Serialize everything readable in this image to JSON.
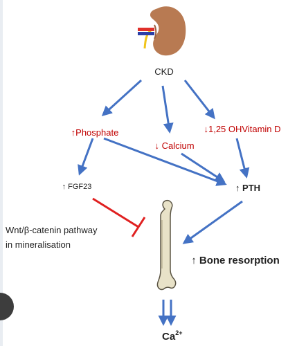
{
  "nodes": {
    "ckd": "CKD",
    "phosphate": "↑Phosphate",
    "calcium": "↓ Calcium",
    "vitamin_d": "↓1,25 OHVitamin D",
    "fgf23": "↑ FGF23",
    "pth": "↑ PTH",
    "wnt_line1": "Wnt/β-catenin pathway",
    "wnt_line2": "in mineralisation",
    "bone_resorption": "↑ Bone resorption",
    "calcium_ion_base": "Ca",
    "calcium_ion_charge": "2+"
  },
  "colors": {
    "arrow_blue": "#4472c4",
    "inhibit_red": "#e02020",
    "text_red": "#c00000",
    "text_dark": "#222222",
    "kidney": "#b87a52",
    "vessel_red": "#e0302a",
    "vessel_blue": "#2b3fa8",
    "ureter_yellow": "#f0c419",
    "bone": "#e8e2c8",
    "bone_outline": "#5a5444"
  },
  "icons": {
    "kidney": "kidney-icon",
    "bone": "femur-bone-icon"
  }
}
